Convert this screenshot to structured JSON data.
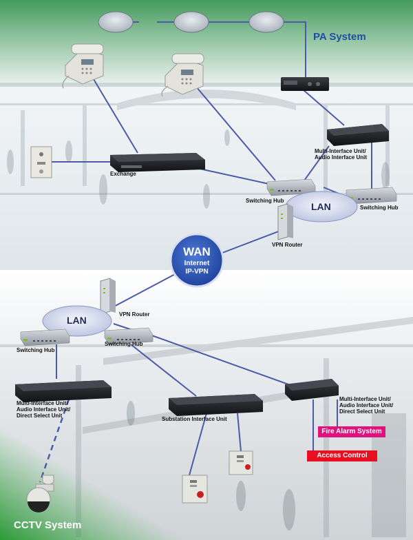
{
  "labels": {
    "pa_system": "PA System",
    "exchange": "Exchange",
    "multi_interface_audio": [
      "Multi-Interface Unit/",
      "Audio Interface Unit"
    ],
    "switching_hub": "Switching Hub",
    "lan": "LAN",
    "vpn_router": "VPN Router",
    "wan": "WAN",
    "internet": "Internet",
    "ip_vpn": "IP-VPN",
    "multi_interface_direct": [
      "Multi-Interface Unit/",
      "Audio Interface Unit/",
      "Direct Select Unit"
    ],
    "substation_interface": "Substation Interface Unit",
    "fire_alarm": "Fire Alarm System",
    "access_control": "Access Control",
    "cctv_system": "CCTV System"
  },
  "colors": {
    "title_blue": "#1f4fa0",
    "wan_blue": "#2a55b8",
    "line": "#4a5aa8",
    "fire_alarm": "#e0127e",
    "access_control": "#e81020",
    "cctv_green": "#3f9a3a"
  }
}
